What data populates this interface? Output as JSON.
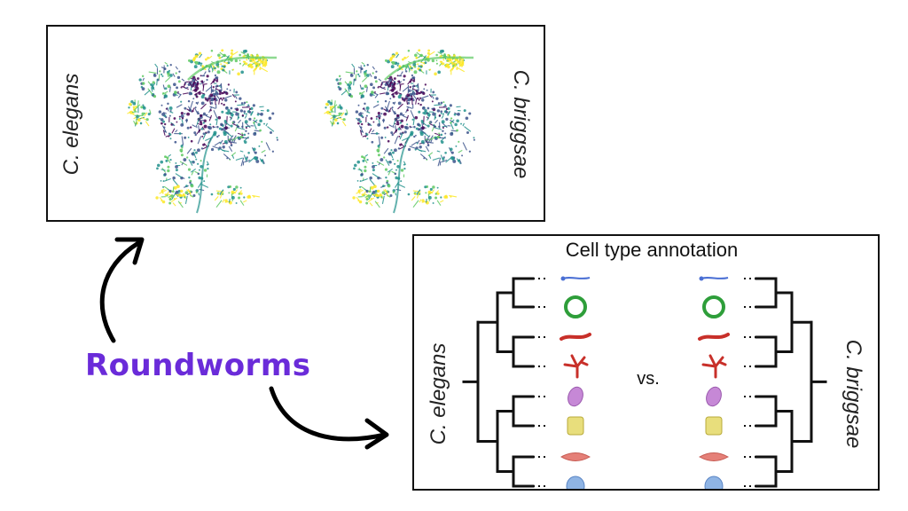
{
  "umap_panel": {
    "left_label": "C. elegans",
    "right_label": "C. briggsae"
  },
  "tree_panel": {
    "title": "Cell type annotation",
    "vs_label": "vs.",
    "left_label": "C. elegans",
    "right_label": "C. briggsae",
    "cell_types": [
      {
        "icon": "neuron-axon-icon",
        "color": "#4a6fd4"
      },
      {
        "icon": "green-ring-cell-icon",
        "color": "#2e9e3a"
      },
      {
        "icon": "red-muscle-cell-icon",
        "color": "#c8302a"
      },
      {
        "icon": "red-dendritic-cell-icon",
        "color": "#c8302a"
      },
      {
        "icon": "purple-oval-cell-icon",
        "color": "#c688d6"
      },
      {
        "icon": "yellow-epithelial-cell-icon",
        "color": "#e8de7c"
      },
      {
        "icon": "pink-spindle-cell-icon",
        "color": "#e58078"
      },
      {
        "icon": "blue-oval-cell-icon",
        "color": "#8fb4e4"
      }
    ]
  },
  "main_label": "Roundworms",
  "colors": {
    "accent": "#6a2bd9",
    "umap_palette": [
      "#440154",
      "#3b528b",
      "#21918c",
      "#5ec962",
      "#fde725"
    ]
  }
}
